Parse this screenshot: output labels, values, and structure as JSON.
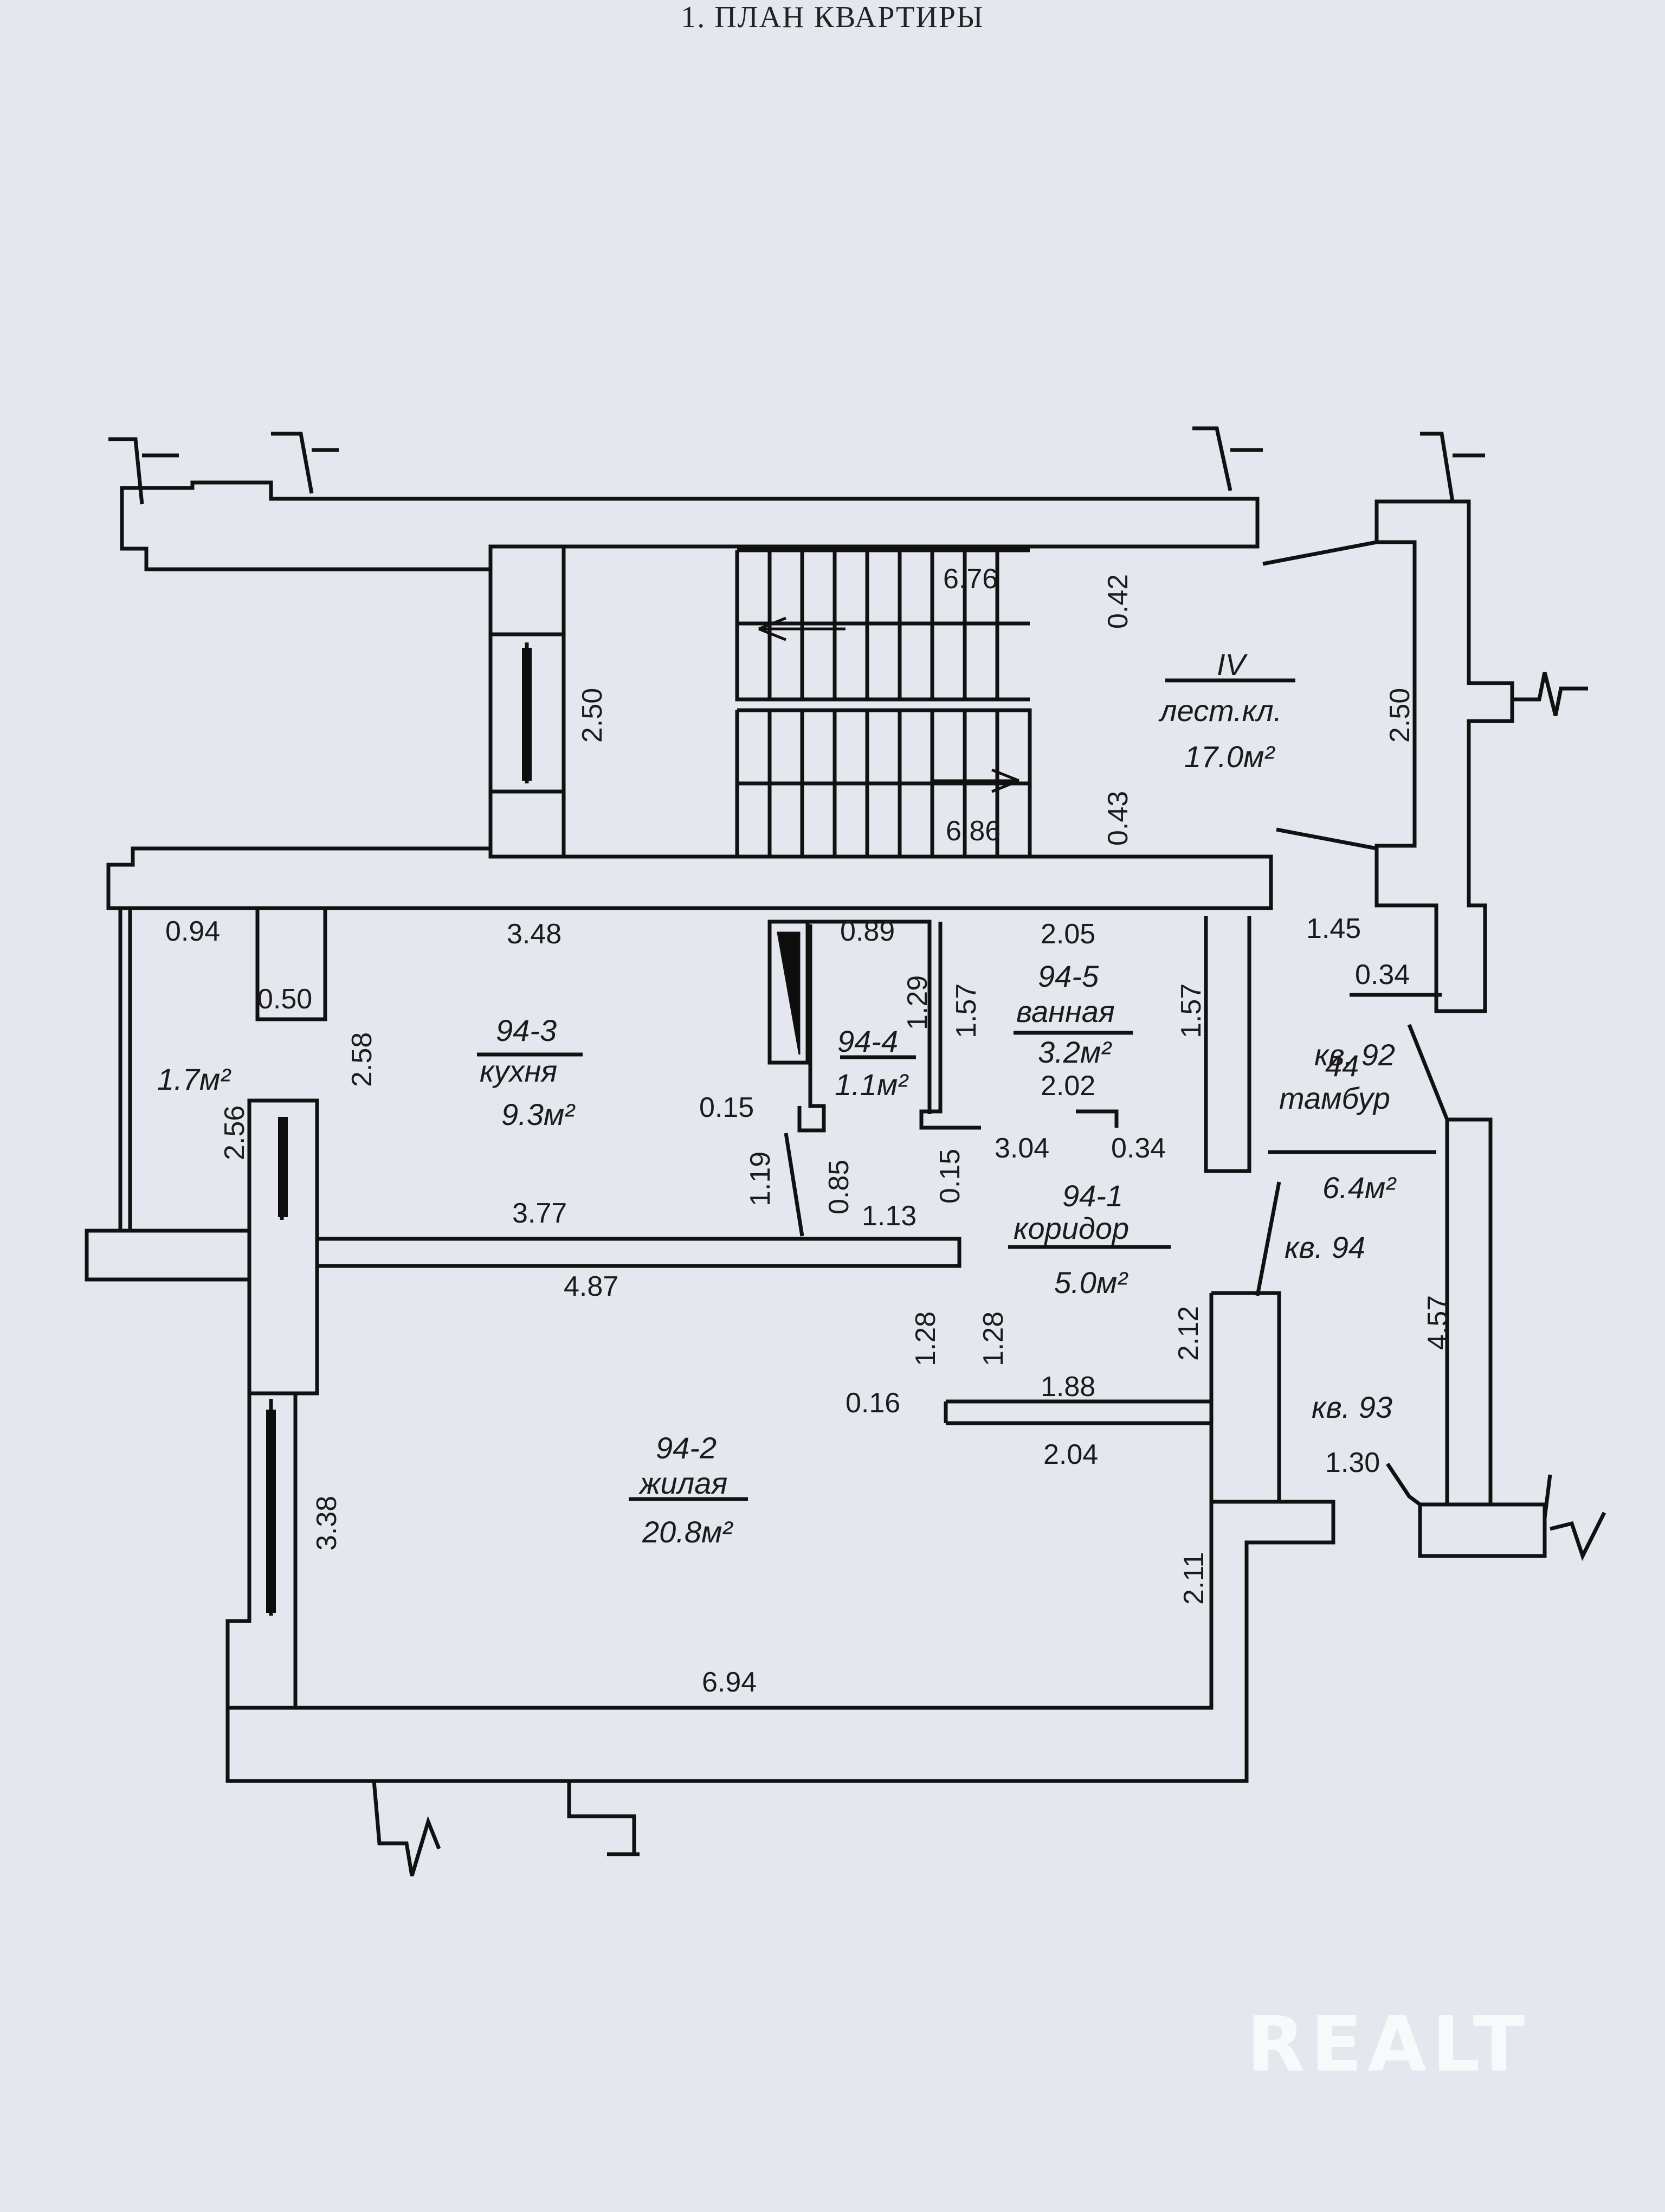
{
  "header": {
    "title": "1. ПЛАН КВАРТИРЫ"
  },
  "watermark": "REALT",
  "rooms": {
    "stair": {
      "roman": "IV",
      "name": "лест.кл.",
      "area": "17.0м²"
    },
    "kitchen": {
      "code": "94-3",
      "name": "кухня",
      "area": "9.3м²"
    },
    "wc": {
      "code": "94-4",
      "area": "1.1м²"
    },
    "bath": {
      "code": "94-5",
      "name": "ванная",
      "area": "3.2м²"
    },
    "corridor": {
      "code": "94-1",
      "name": "коридор",
      "area": "5.0м²"
    },
    "living": {
      "code": "94-2",
      "name": "жилая",
      "area": "20.8м²"
    },
    "vestibule": {
      "code": "44",
      "name": "тамбур",
      "area": "6.4м²"
    },
    "balcony": {
      "area": "1.7м²"
    }
  },
  "neighbors": {
    "kv92": "кв. 92",
    "kv94": "кв. 94",
    "kv93": "кв. 93"
  },
  "dims": {
    "d676": "6.76",
    "d686": "6.86",
    "d042": "0.42",
    "d043": "0.43",
    "d250a": "2.50",
    "d250b": "2.50",
    "d094": "0.94",
    "d050": "0.50",
    "d348": "3.48",
    "d258": "2.58",
    "d256": "2.56",
    "d089": "0.89",
    "d129": "1.29",
    "d157a": "1.57",
    "d157b": "1.57",
    "d205": "2.05",
    "d202": "2.02",
    "d015a": "0.15",
    "d119": "1.19",
    "d085": "0.85",
    "d113": "1.13",
    "d015b": "0.15",
    "d304": "3.04",
    "d034a": "0.34",
    "d377": "3.77",
    "d487": "4.87",
    "d128a": "1.28",
    "d128b": "1.28",
    "d212": "2.12",
    "d016": "0.16",
    "d188": "1.88",
    "d204": "2.04",
    "d338": "3.38",
    "d211": "2.11",
    "d694": "6.94",
    "d145": "1.45",
    "d034b": "0.34",
    "d457": "4.57",
    "d130": "1.30"
  }
}
